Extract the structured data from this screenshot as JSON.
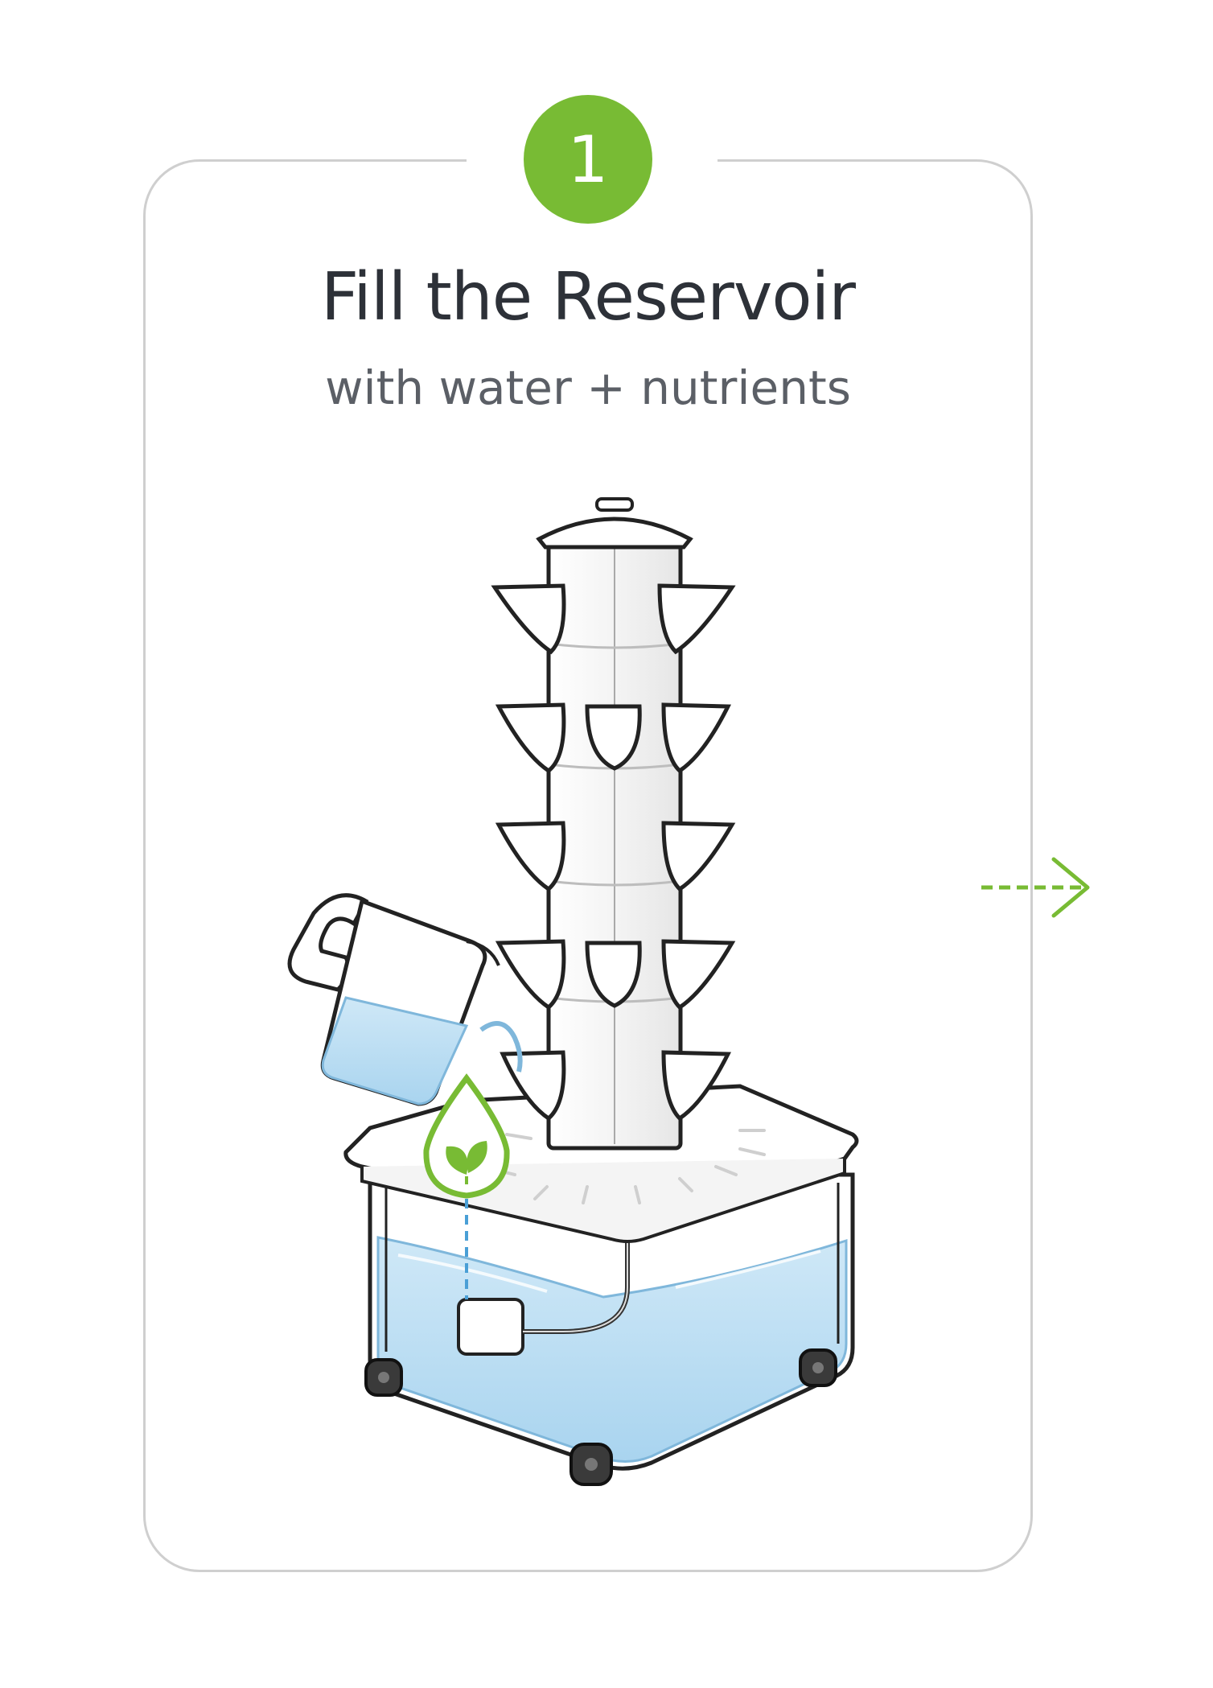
{
  "step": {
    "number": "1",
    "title": "Fill the Reservoir",
    "subtitle": "with water + nutrients"
  },
  "icons": {
    "badge": "step-number-badge",
    "illustration": "hydroponic-tower-icon",
    "pitcher": "water-pitcher-icon",
    "nutrient": "nutrient-drop-leaf-icon",
    "pump": "water-pump-icon",
    "next": "dashed-arrow-right-icon"
  },
  "colors": {
    "accent_green": "#78bb34",
    "water_blue": "#b9def3",
    "title_text": "#2d3138",
    "subtitle_text": "#5b5f66",
    "card_border": "#cfcfcf"
  }
}
